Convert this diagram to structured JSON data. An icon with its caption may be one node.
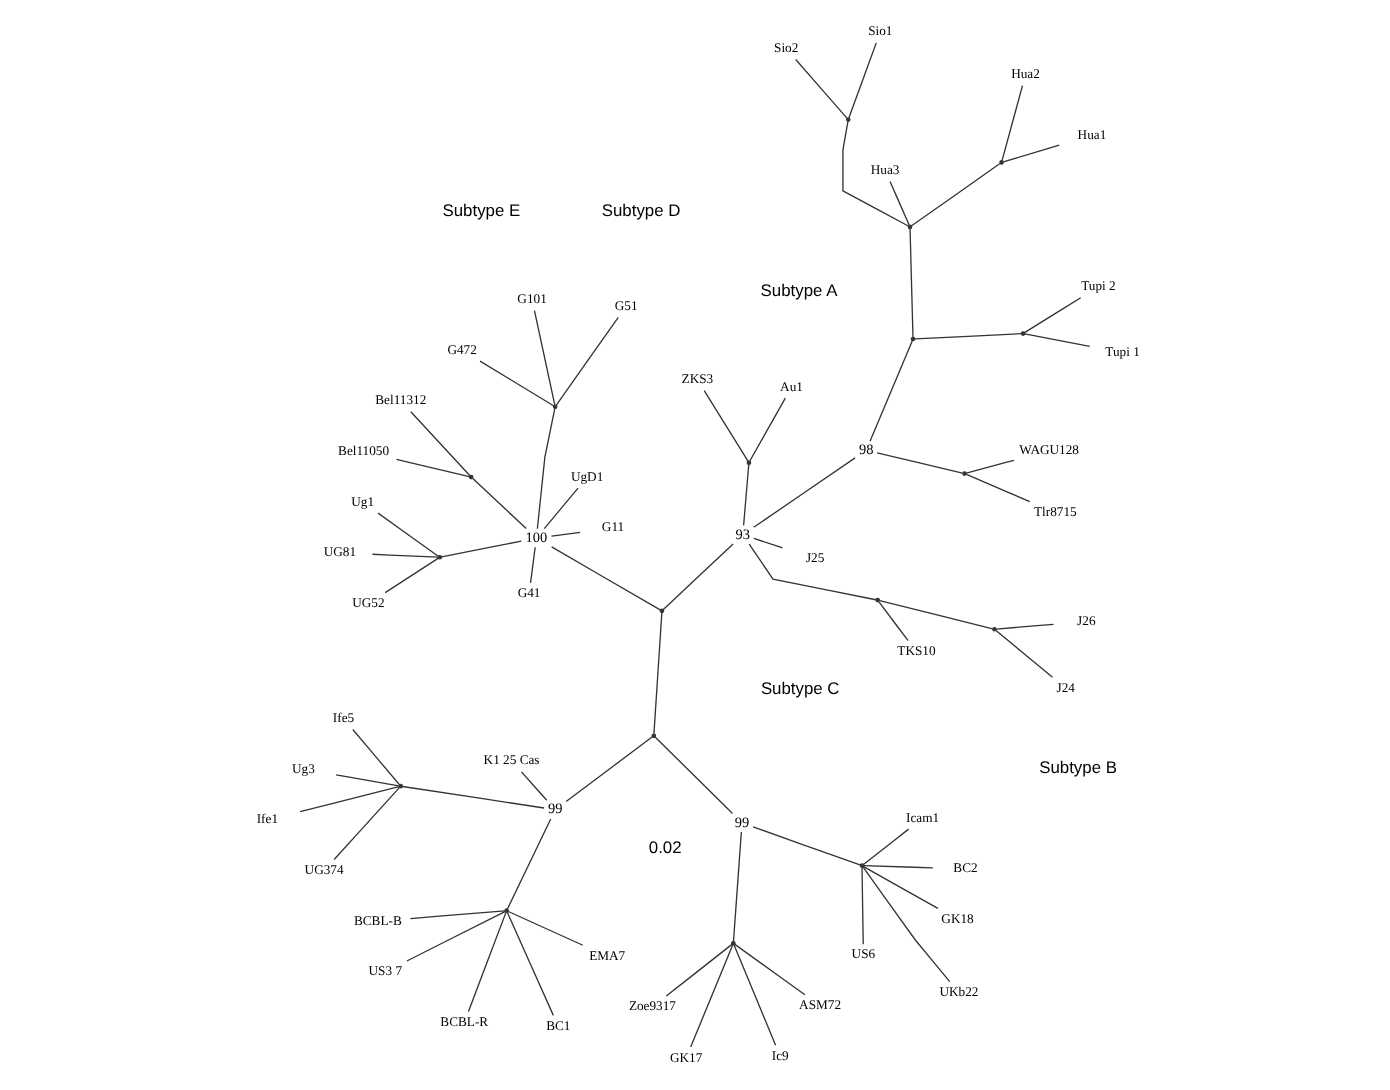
{
  "diagram": {
    "nodes": [
      {
        "text": [],
        "shape": "point"
      },
      {
        "text": [],
        "shape": "point"
      },
      {
        "text": [],
        "shape": "point",
        "beside": [
          "99"
        ]
      },
      {
        "text": [],
        "shape": "point"
      },
      {
        "text": [
          "Ic9"
        ]
      },
      {
        "text": [
          "Zoe9317"
        ]
      },
      {
        "text": [
          "GK17"
        ]
      },
      {
        "text": [
          "ASM72"
        ]
      },
      {
        "text": [],
        "shape": "point"
      },
      {
        "text": [
          "GK18"
        ]
      },
      {
        "text": [
          "UKb22"
        ]
      },
      {
        "text": [
          "US6"
        ]
      },
      {
        "text": [
          "BC2"
        ]
      },
      {
        "text": [
          "Icam1"
        ]
      },
      {
        "text": [],
        "shape": "point",
        "beside": [
          "99"
        ]
      },
      {
        "text": [],
        "shape": "point"
      },
      {
        "text": [
          "UG374"
        ]
      },
      {
        "text": [
          "Ife5"
        ]
      },
      {
        "text": [
          "Ug3"
        ]
      },
      {
        "text": [
          "Ife1"
        ]
      },
      {
        "text": [
          "K1 25 Cas"
        ]
      },
      {
        "text": [],
        "shape": "point"
      },
      {
        "text": [
          "BC1"
        ]
      },
      {
        "text": [
          "EMA7"
        ]
      },
      {
        "text": [
          "BCBL-B"
        ]
      },
      {
        "text": [
          "US3 7"
        ]
      },
      {
        "text": [
          "BCBL-R"
        ]
      },
      {
        "text": [],
        "shape": "point",
        "beside": [
          "100"
        ]
      },
      {
        "text": [],
        "shape": "point"
      },
      {
        "text": [
          "UG81"
        ]
      },
      {
        "text": [
          "Ug1"
        ]
      },
      {
        "text": [
          "UG52"
        ]
      },
      {
        "text": [],
        "shape": "point"
      },
      {
        "text": [
          "Bel11050"
        ]
      },
      {
        "text": [
          "Bel11312"
        ]
      },
      {
        "text": [
          "G41"
        ]
      },
      {
        "text": [
          "UgD1"
        ]
      },
      {
        "text": [
          "G11"
        ]
      },
      {
        "text": [],
        "shape": "point"
      },
      {
        "text": [
          "G472"
        ]
      },
      {
        "text": [
          "G51"
        ]
      },
      {
        "text": [
          "G101"
        ]
      },
      {
        "text": [],
        "shape": "point",
        "beside": [
          "93"
        ]
      },
      {
        "text": [],
        "shape": "point",
        "beside": [
          "98"
        ]
      },
      {
        "text": [],
        "shape": "point"
      },
      {
        "text": [
          "Tlr8715"
        ]
      },
      {
        "text": [
          "WAGU128"
        ]
      },
      {
        "text": [],
        "shape": "point"
      },
      {
        "text": [],
        "shape": "point"
      },
      {
        "text": [
          "Tupi 1"
        ]
      },
      {
        "text": [
          "Tupi 2"
        ]
      },
      {
        "text": [],
        "shape": "point"
      },
      {
        "text": [
          "Hua3"
        ]
      },
      {
        "text": [],
        "shape": "point"
      },
      {
        "text": [
          "Hua2"
        ]
      },
      {
        "text": [
          "Hua1"
        ]
      },
      {
        "text": [],
        "shape": "point"
      },
      {
        "text": [
          "Sio2"
        ]
      },
      {
        "text": [
          "Sio1"
        ]
      },
      {
        "text": [
          "J25"
        ]
      },
      {
        "text": [],
        "shape": "point"
      },
      {
        "text": [
          "Au1"
        ]
      },
      {
        "text": [
          "ZKS3"
        ]
      },
      {
        "text": [],
        "shape": "point"
      },
      {
        "text": [
          "TKS10"
        ]
      },
      {
        "text": [],
        "shape": "point"
      },
      {
        "text": [
          "J24"
        ]
      },
      {
        "text": [
          "J26"
        ]
      }
    ],
    "edges": [
      {
        "from": 0,
        "to": 1,
        "arrow": "none"
      },
      {
        "from": 1,
        "to": 2,
        "arrow": "none"
      },
      {
        "from": 2,
        "to": 3,
        "arrow": "none"
      },
      {
        "from": 3,
        "to": 4,
        "arrow": "none"
      },
      {
        "from": 3,
        "to": 5,
        "arrow": "none"
      },
      {
        "from": 3,
        "to": 6,
        "arrow": "none"
      },
      {
        "from": 3,
        "to": 7,
        "arrow": "none"
      },
      {
        "from": 2,
        "to": 8,
        "arrow": "none"
      },
      {
        "from": 8,
        "to": 9,
        "arrow": "none"
      },
      {
        "from": 8,
        "to": 10,
        "arrow": "none"
      },
      {
        "from": 8,
        "to": 11,
        "arrow": "none"
      },
      {
        "from": 8,
        "to": 12,
        "arrow": "none"
      },
      {
        "from": 8,
        "to": 13,
        "arrow": "none"
      },
      {
        "from": 1,
        "to": 14,
        "arrow": "none"
      },
      {
        "from": 14,
        "to": 15,
        "arrow": "none"
      },
      {
        "from": 15,
        "to": 16,
        "arrow": "none"
      },
      {
        "from": 15,
        "to": 17,
        "arrow": "none"
      },
      {
        "from": 15,
        "to": 18,
        "arrow": "none"
      },
      {
        "from": 15,
        "to": 19,
        "arrow": "none"
      },
      {
        "from": 14,
        "to": 20,
        "arrow": "none"
      },
      {
        "from": 14,
        "to": 21,
        "arrow": "none"
      },
      {
        "from": 21,
        "to": 22,
        "arrow": "none"
      },
      {
        "from": 21,
        "to": 23,
        "arrow": "none"
      },
      {
        "from": 21,
        "to": 24,
        "arrow": "none"
      },
      {
        "from": 21,
        "to": 25,
        "arrow": "none"
      },
      {
        "from": 21,
        "to": 26,
        "arrow": "none"
      },
      {
        "from": 0,
        "to": 27,
        "arrow": "none"
      },
      {
        "from": 27,
        "to": 28,
        "arrow": "none"
      },
      {
        "from": 28,
        "to": 29,
        "arrow": "none"
      },
      {
        "from": 28,
        "to": 30,
        "arrow": "none"
      },
      {
        "from": 28,
        "to": 31,
        "arrow": "none"
      },
      {
        "from": 27,
        "to": 32,
        "arrow": "none"
      },
      {
        "from": 32,
        "to": 33,
        "arrow": "none"
      },
      {
        "from": 32,
        "to": 34,
        "arrow": "none"
      },
      {
        "from": 27,
        "to": 35,
        "arrow": "none"
      },
      {
        "from": 27,
        "to": 36,
        "arrow": "none"
      },
      {
        "from": 27,
        "to": 37,
        "arrow": "none"
      },
      {
        "from": 27,
        "to": 38,
        "arrow": "none"
      },
      {
        "from": 38,
        "to": 39,
        "arrow": "none"
      },
      {
        "from": 38,
        "to": 40,
        "arrow": "none"
      },
      {
        "from": 38,
        "to": 41,
        "arrow": "none"
      },
      {
        "from": 0,
        "to": 42,
        "arrow": "none"
      },
      {
        "from": 42,
        "to": 43,
        "arrow": "none"
      },
      {
        "from": 43,
        "to": 44,
        "arrow": "none"
      },
      {
        "from": 44,
        "to": 45,
        "arrow": "none"
      },
      {
        "from": 44,
        "to": 46,
        "arrow": "none"
      },
      {
        "from": 43,
        "to": 47,
        "arrow": "none"
      },
      {
        "from": 47,
        "to": 48,
        "arrow": "none"
      },
      {
        "from": 48,
        "to": 49,
        "arrow": "none"
      },
      {
        "from": 48,
        "to": 50,
        "arrow": "none"
      },
      {
        "from": 47,
        "to": 51,
        "arrow": "none"
      },
      {
        "from": 51,
        "to": 52,
        "arrow": "none"
      },
      {
        "from": 51,
        "to": 53,
        "arrow": "none"
      },
      {
        "from": 53,
        "to": 54,
        "arrow": "none"
      },
      {
        "from": 53,
        "to": 55,
        "arrow": "none"
      },
      {
        "from": 51,
        "to": 56,
        "arrow": "none"
      },
      {
        "from": 56,
        "to": 57,
        "arrow": "none"
      },
      {
        "from": 56,
        "to": 58,
        "arrow": "none"
      },
      {
        "from": 42,
        "to": 59,
        "arrow": "none"
      },
      {
        "from": 42,
        "to": 60,
        "arrow": "none"
      },
      {
        "from": 60,
        "to": 61,
        "arrow": "none"
      },
      {
        "from": 60,
        "to": 62,
        "arrow": "none"
      },
      {
        "from": 42,
        "to": 63,
        "arrow": "none"
      },
      {
        "from": 63,
        "to": 64,
        "arrow": "none"
      },
      {
        "from": 63,
        "to": 65,
        "arrow": "none"
      },
      {
        "from": 65,
        "to": 66,
        "arrow": "none"
      },
      {
        "from": 65,
        "to": 67,
        "arrow": "none"
      }
    ],
    "labels": [
      "Subtype C",
      "Subtype A",
      "Subtype B",
      "Subtype D",
      "Subtype E",
      "0.02"
    ]
  }
}
